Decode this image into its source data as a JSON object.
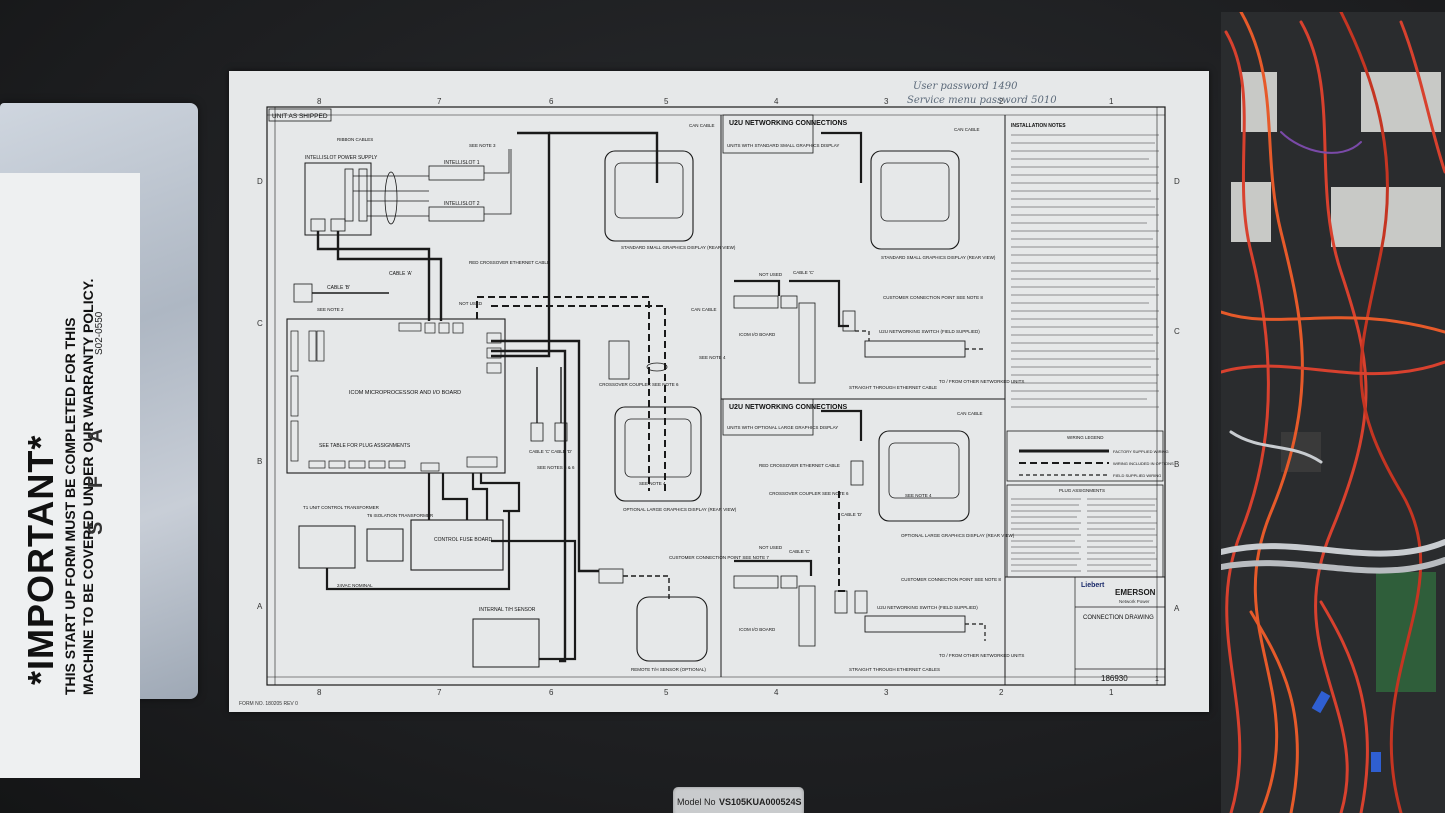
{
  "handwritten": {
    "line1": "User password 1490",
    "line2": "Service menu password 5010"
  },
  "warranty_card": {
    "title": "*IMPORTANT*",
    "line1": "THIS START UP FORM MUST BE COMPLETED FOR THIS",
    "line2": "MACHINE TO BE COVERED UNDER OUR WARRANTY POLICY.",
    "sheet_id": "S02-0550",
    "letters": "S F A"
  },
  "drawing": {
    "unit_as_shipped": "UNIT AS SHIPPED",
    "u2u_standard_title": "U2U NETWORKING CONNECTIONS",
    "u2u_standard_sub": "UNITS WITH STANDARD SMALL GRAPHICS DISPLAY",
    "u2u_large_title": "U2U NETWORKING CONNECTIONS",
    "u2u_large_sub": "UNITS WITH OPTIONAL LARGE GRAPHICS DISPLAY",
    "installation_notes": "INSTALLATION NOTES",
    "intellislot_power": "INTELLISLOT POWER SUPPLY",
    "intellislot_1": "INTELLISLOT 1",
    "intellislot_2": "INTELLISLOT 2",
    "ribbon_cables": "RIBBON CABLES",
    "see_note_3": "SEE NOTE 3",
    "can_cable": "CAN CABLE",
    "std_small_display": "STANDARD SMALL GRAPHICS DISPLAY (REAR VIEW)",
    "cable_a": "CABLE 'A'",
    "cable_b": "CABLE 'B'",
    "see_note_2": "SEE NOTE 2",
    "red_crossover": "RED CROSSOVER ETHERNET CABLE",
    "not_used": "NOT USED",
    "icom_board": "ICOM MICROPROCESSOR AND I/O BOARD",
    "see_table": "SEE TABLE FOR PLUG ASSIGNMENTS",
    "crossover_coupler": "CROSSOVER COUPLER SEE NOTE 6",
    "see_note_4": "SEE NOTE 4",
    "cable_c": "CABLE 'C'",
    "cable_d": "CABLE 'D'",
    "see_notes_5_6": "SEE NOTES 5 & 6",
    "optional_large_display": "OPTIONAL LARGE GRAPHICS DISPLAY (REAR VIEW)",
    "t1_transformer": "T1 UNIT CONTROL TRANSFORMER",
    "t6_transformer": "T6 ISOLATION TRANSFORMER",
    "control_fuse": "CONTROL FUSE BOARD",
    "vac_nominal": "24VAC NOMINAL",
    "internal_th": "INTERNAL T/H SENSOR",
    "customer_conn_7": "CUSTOMER CONNECTION POINT SEE NOTE 7",
    "remote_th": "REMOTE T/H SENSOR (OPTIONAL)",
    "icom_io": "ICOM I/O BOARD",
    "customer_conn_8": "CUSTOMER CONNECTION POINT SEE NOTE 8",
    "u2u_switch": "U2U NETWORKING SWITCH (FIELD SUPPLIED)",
    "straight_through": "STRAIGHT THROUGH ETHERNET CABLE",
    "straight_through_pl": "STRAIGHT THROUGH ETHERNET CABLES",
    "to_from": "TO / FROM OTHER NETWORKED UNITS",
    "wiring_legend": "WIRING LEGEND",
    "factory_wiring": "FACTORY SUPPLIED WIRING",
    "wiring_options": "WIRING INCLUDED IN OPTIONS",
    "field_wiring": "FIELD SUPPLIED WIRING",
    "plug_assignments": "PLUG ASSIGNMENTS",
    "liebert": "Liebert",
    "emerson": "EMERSON",
    "emerson_sub": "Network Power",
    "connection_drawing": "CONNECTION DRAWING",
    "drawing_number": "186930",
    "sheet_number": "1",
    "form_no": "FORM NO. 180205    REV 0",
    "col_labels": [
      "8",
      "7",
      "6",
      "5",
      "4",
      "3",
      "2",
      "1"
    ],
    "row_labels": [
      "D",
      "C",
      "B",
      "A"
    ]
  },
  "model_plate": {
    "label": "Model No",
    "value": "VS105KUA000524S"
  },
  "colors": {
    "sheet": "#e6e8e9",
    "ink": "#1a1a1a",
    "wire_red": "#d8412e",
    "wire_orange": "#e65a2a",
    "handwriting": "#5c6a7a"
  }
}
